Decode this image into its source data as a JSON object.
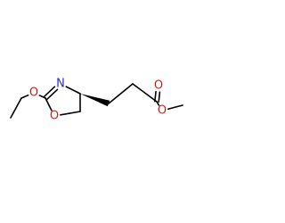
{
  "molecule": {
    "atoms": [
      {
        "id": "c_me_ethyl",
        "element": "C"
      },
      {
        "id": "c_ch2_ethyl",
        "element": "C"
      },
      {
        "id": "o_ether",
        "element": "O",
        "label": "O"
      },
      {
        "id": "c2_ring",
        "element": "C"
      },
      {
        "id": "n_ring",
        "element": "N",
        "label": "N"
      },
      {
        "id": "c4_ring",
        "element": "C"
      },
      {
        "id": "c5_ring",
        "element": "C"
      },
      {
        "id": "o_ring",
        "element": "O",
        "label": "O"
      },
      {
        "id": "c_chain1",
        "element": "C"
      },
      {
        "id": "c_chain2",
        "element": "C"
      },
      {
        "id": "c_carbonyl",
        "element": "C"
      },
      {
        "id": "o_carbonyl",
        "element": "O",
        "label": "O"
      },
      {
        "id": "o_ester",
        "element": "O",
        "label": "O"
      },
      {
        "id": "c_methyl",
        "element": "C"
      }
    ],
    "bonds": [
      {
        "from": "c_me_ethyl",
        "to": "c_ch2_ethyl",
        "order": 1
      },
      {
        "from": "c_ch2_ethyl",
        "to": "o_ether",
        "order": 1
      },
      {
        "from": "o_ether",
        "to": "c2_ring",
        "order": 1
      },
      {
        "from": "c2_ring",
        "to": "n_ring",
        "order": 2
      },
      {
        "from": "n_ring",
        "to": "c4_ring",
        "order": 1
      },
      {
        "from": "c4_ring",
        "to": "c5_ring",
        "order": 1
      },
      {
        "from": "c5_ring",
        "to": "o_ring",
        "order": 1
      },
      {
        "from": "o_ring",
        "to": "c2_ring",
        "order": 1
      },
      {
        "from": "c4_ring",
        "to": "c_chain1",
        "order": 1,
        "stereo": "wedge"
      },
      {
        "from": "c_chain1",
        "to": "c_chain2",
        "order": 1
      },
      {
        "from": "c_chain2",
        "to": "c_carbonyl",
        "order": 1
      },
      {
        "from": "c_carbonyl",
        "to": "o_carbonyl",
        "order": 2
      },
      {
        "from": "c_carbonyl",
        "to": "o_ester",
        "order": 1
      },
      {
        "from": "o_ester",
        "to": "c_methyl",
        "order": 1
      }
    ],
    "colors": {
      "bond": "#000000",
      "N": "#2d2dcc",
      "O": "#cc1f1f"
    }
  }
}
